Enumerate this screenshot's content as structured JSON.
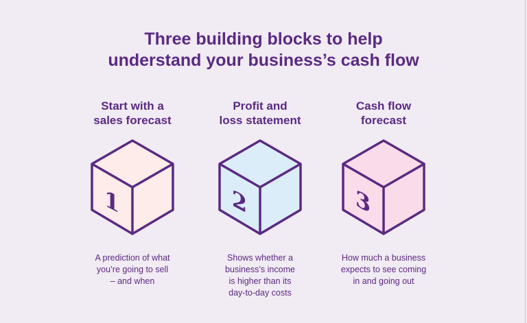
{
  "title": {
    "line1": "Three building blocks to help",
    "line2": "understand your business’s cash flow"
  },
  "colors": {
    "purple": "#5a2a82",
    "background": "#f1ebf4"
  },
  "blocks": [
    {
      "heading1": "Start with a",
      "heading2": "sales forecast",
      "number": "1",
      "fill": "#fdecea",
      "desc": [
        "A prediction of what",
        "you’re going to sell",
        "– and when"
      ]
    },
    {
      "heading1": "Profit and",
      "heading2": "loss statement",
      "number": "2",
      "fill": "#dcedfa",
      "desc": [
        "Shows whether a",
        "business’s income",
        "is higher than its",
        "day-to-day costs"
      ]
    },
    {
      "heading1": "Cash flow",
      "heading2": "forecast",
      "number": "3",
      "fill": "#fadbe9",
      "desc": [
        "How much a business",
        "expects to see coming",
        "in and going out"
      ]
    }
  ]
}
